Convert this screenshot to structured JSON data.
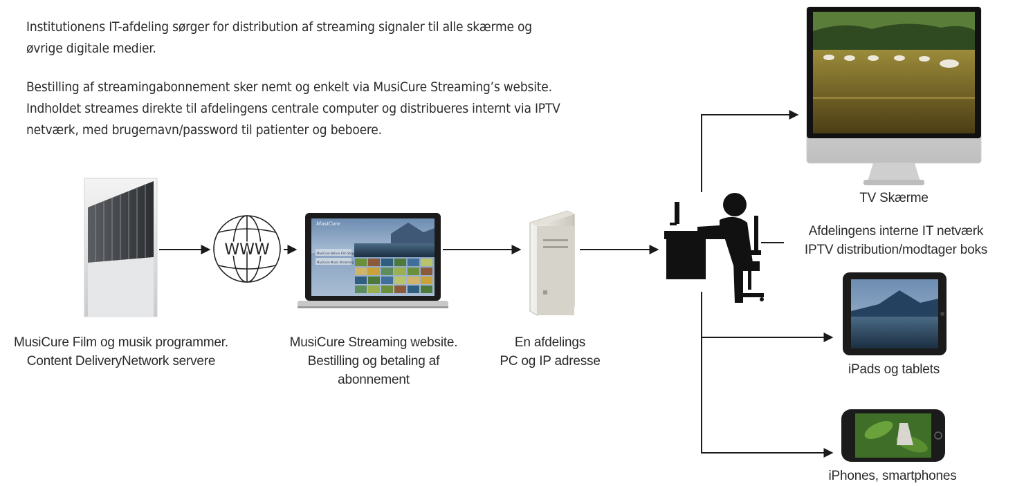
{
  "intro": {
    "paragraph1": [
      "Institutionens IT-afdeling sørger for distribution af streaming signaler til alle skærme og",
      "øvrige digitale medier."
    ],
    "paragraph2": [
      "Bestilling af streamingabonnement sker nemt og enkelt via MusiCure Streaming’s website.",
      "Indholdet streames direkte til afdelingens centrale computer og distribueres internt via IPTV",
      "netværk, med brugernavn/password til patienter og beboere."
    ]
  },
  "nodes": {
    "servers": {
      "lines": [
        "MusiCure Film og musik programmer.",
        "Content DeliveryNetwork servere"
      ]
    },
    "www": {
      "text": "WWW"
    },
    "website": {
      "lines": [
        "MusiCure Streaming website.",
        "Bestilling og betaling af",
        "abonnement"
      ],
      "screen_brand": "MusiCure",
      "menu_1": "MusiCure Nature Film Streaming",
      "menu_2": "MusiCure Music Streaming"
    },
    "pc": {
      "lines": [
        "En afdelings",
        "PC og IP adresse"
      ]
    },
    "tv": {
      "label": "TV Skærme"
    },
    "network": {
      "lines": [
        "Afdelingens interne IT netværk",
        "IPTV distribution/modtager boks"
      ]
    },
    "ipad": {
      "label": "iPads og tablets"
    },
    "iphone": {
      "label": "iPhones, smartphones"
    }
  },
  "colors": {
    "text": "#2a2a2a",
    "arrow": "#1a1a1a",
    "silhouette": "#111111",
    "screen_frame": "#1b1b1b",
    "monitor_silver": "#d9d9d9",
    "website_blue": "#7f9ab8"
  }
}
